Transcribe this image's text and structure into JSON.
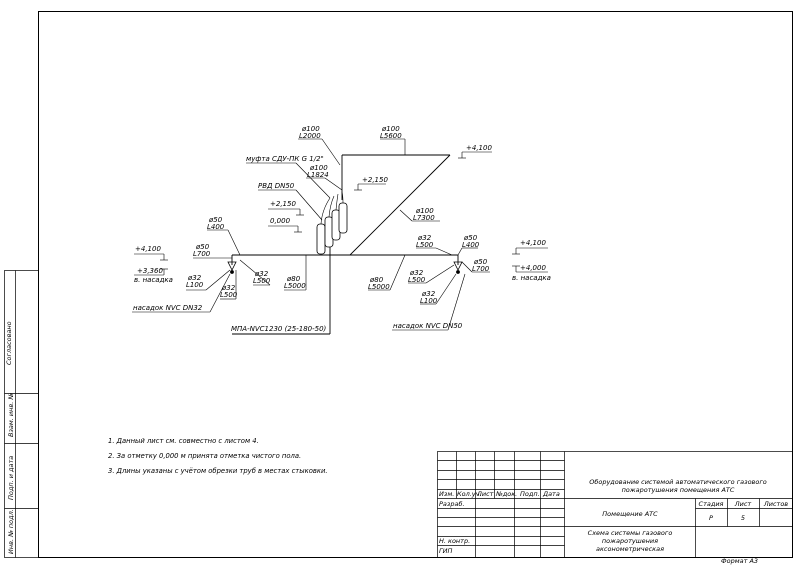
{
  "labels": {
    "pipe_top": [
      "ø100",
      "L2000"
    ],
    "pipe_right_top": [
      "ø100",
      "L5600"
    ],
    "elev_top_right": "+4,100",
    "coupling": "муфта СДУ-ПК G 1/2\"",
    "pipe_mid": [
      "ø100",
      "L1824"
    ],
    "rvd": "РВД DN50",
    "elev_2150_a": "+2,150",
    "elev_2150_b": "+2,150",
    "elev_zero": "0,000",
    "pipe_diag": [
      "ø100",
      "L7300"
    ],
    "left_branch_a": [
      "ø50",
      "L400"
    ],
    "left_branch_b": [
      "ø50",
      "L700"
    ],
    "left_elev_top": "+4,100",
    "left_elev_bot": "+3,360",
    "left_nozzle_note": "в. насадка",
    "left_d32_a": [
      "ø32",
      "L100"
    ],
    "left_d32_b": [
      "ø32",
      "L500"
    ],
    "left_d32_c": [
      "ø32",
      "L500"
    ],
    "left_main": [
      "ø80",
      "L5000"
    ],
    "left_nozzle": "насадок NVC DN32",
    "module": "МПА-NVC1230 (25-180-50)",
    "right_d32_top": [
      "ø32",
      "L500"
    ],
    "right_d50_top": [
      "ø50",
      "L400"
    ],
    "right_main": [
      "ø80",
      "L5000"
    ],
    "right_d32_mid": [
      "ø32",
      "L500"
    ],
    "right_d50_right": [
      "ø50",
      "L700"
    ],
    "right_d32_bot": [
      "ø32",
      "L100"
    ],
    "right_elev_top": "+4,100",
    "right_elev_bot": "+4,000",
    "right_nozzle_note": "в. насадка",
    "right_nozzle": "насадок NVC DN50"
  },
  "notes": [
    "1. Данный лист см. совместно с листом 4.",
    "2. За отметку 0,000 м принята отметка чистого пола.",
    "3. Длины указаны с учётом обрезки труб в местах стыковки."
  ],
  "side_stamp": {
    "agreed": "Согласовано",
    "vzam": "Взам. инв. №",
    "podp": "Подп. и дата",
    "inv": "Инв. № подл."
  },
  "title_block": {
    "columns": [
      "Изм.",
      "Кол.уч.",
      "Лист",
      "№док.",
      "Подп.",
      "Дата"
    ],
    "roles": [
      "Разраб.",
      "",
      "",
      "",
      "Н. контр.",
      "ГИП"
    ],
    "project": "Оборудование системой автоматического газового пожаротушения помещения АТС",
    "object": "Помещение АТС",
    "sheet_title": "Схема системы газового пожаротушения аксонометрическая",
    "stage_h": "Стадия",
    "sheet_h": "Лист",
    "sheets_h": "Листов",
    "stage": "Р",
    "sheet": "5",
    "sheets": ""
  },
  "format": "Формат А3"
}
